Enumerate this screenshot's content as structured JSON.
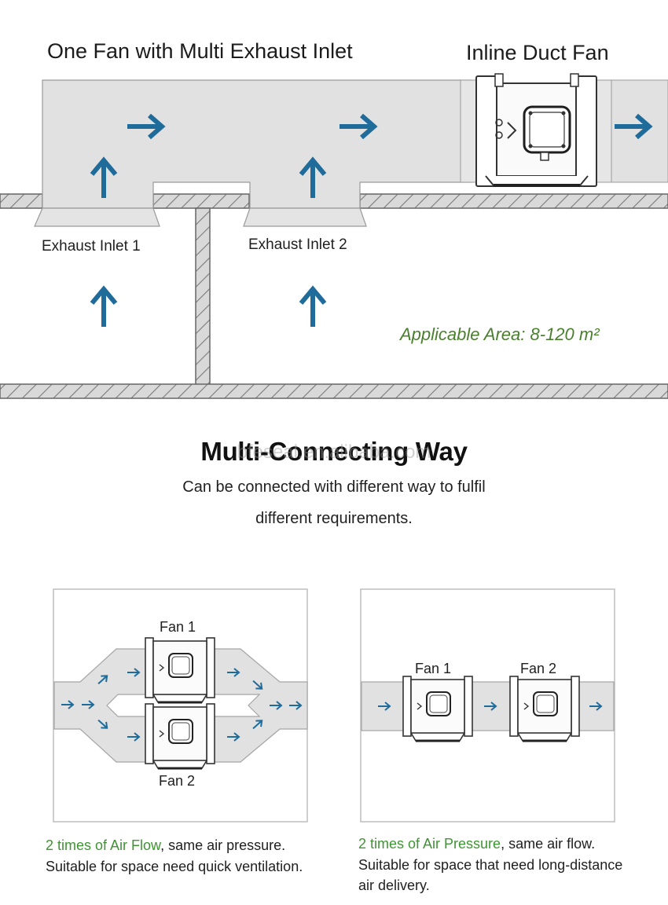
{
  "top_diagram": {
    "title": "One Fan with Multi Exhaust Inlet",
    "fan_label": "Inline Duct Fan",
    "inlet_1": "Exhaust Inlet 1",
    "inlet_2": "Exhaust Inlet 2",
    "area": "Applicable Area: 8-120 m²"
  },
  "section": {
    "heading": "Multi-Connecting Way",
    "watermark": "bfeseal.en.alibaba.com",
    "subtitle_line1": "Can be connected with different way to fulfil",
    "subtitle_line2": "different requirements."
  },
  "parallel": {
    "fan1": "Fan 1",
    "fan2": "Fan 2",
    "caption_highlight": "2 times of Air Flow",
    "caption_rest": ", same air pressure.",
    "caption_line2": "Suitable for space need quick ventilation."
  },
  "series": {
    "fan1": "Fan 1",
    "fan2": "Fan 2",
    "caption_highlight": "2 times of Air Pressure",
    "caption_rest": ", same air flow.",
    "caption_line2": "Suitable for space that need long-distance",
    "caption_line3": "air delivery."
  },
  "colors": {
    "arrow_blue": "#1f6b9a",
    "duct_gray": "#e1e1e1",
    "highlight_green": "#3f9433",
    "area_green": "#4a7f2e"
  },
  "icons": [
    "arrow-right-icon",
    "arrow-up-icon",
    "inline-duct-fan-icon"
  ]
}
